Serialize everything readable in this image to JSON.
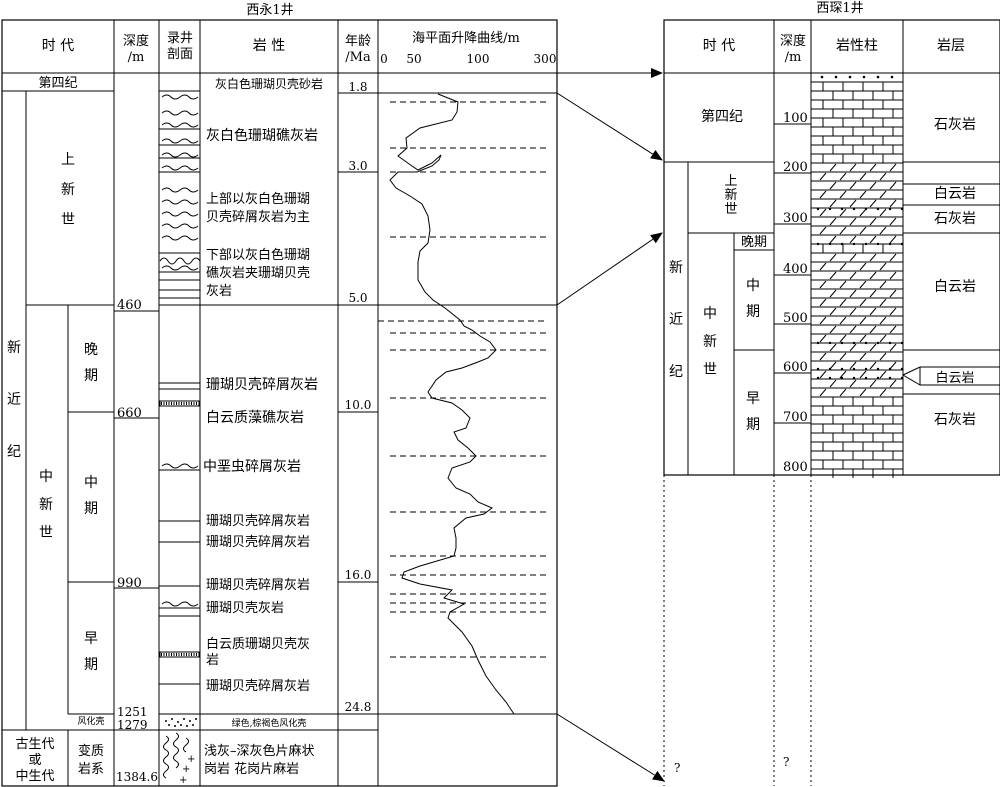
{
  "well1": {
    "title": "西永1井",
    "headers": {
      "era": "时 代",
      "depth": "深度\n/m",
      "section": "录井\n剖面",
      "lithology": "岩 性",
      "age": "年龄\n/Ma",
      "curve": "海平面升降曲线/m"
    },
    "curve_ticks": [
      "0",
      "50",
      "100",
      "300"
    ],
    "quaternary": "第四纪",
    "neogene": "新\n近\n纪",
    "pliocene": "上\n新\n世",
    "miocene": "中\n新\n世",
    "late": "晚\n期",
    "middle": "中\n期",
    "early": "早\n期",
    "weathering": "风化壳",
    "paleo": "古生代\n或\n中生代",
    "metamorphic": "变质\n岩系",
    "depths": [
      "460",
      "660",
      "990",
      "1251",
      "1279",
      "1384.6"
    ],
    "ages": [
      "1.8",
      "3.0",
      "5.0",
      "10.0",
      "16.0",
      "24.8"
    ],
    "lithology": [
      "灰白色珊瑚贝壳砂岩",
      "灰白色珊瑚礁灰岩",
      "上部以灰白色珊瑚\n贝壳碎屑灰岩为主",
      "下部以灰白色珊瑚\n礁灰岩夹珊瑚贝壳\n灰岩",
      "珊瑚贝壳碎屑灰岩",
      "白云质藻礁灰岩",
      "中垩虫碎屑灰岩",
      "珊瑚贝壳碎屑灰岩",
      "珊瑚贝壳碎屑灰岩",
      "珊瑚贝壳碎屑灰岩",
      "珊瑚贝壳灰岩",
      "白云质珊瑚贝壳灰\n岩",
      "珊瑚贝壳碎屑灰岩",
      "绿色,棕褐色风化壳",
      "浅灰–深灰色片麻状\n岗岩 花岗片麻岩"
    ]
  },
  "well2": {
    "title": "西琛1井",
    "headers": {
      "era": "时 代",
      "depth": "深度\n/m",
      "column": "岩性柱",
      "layer": "岩层"
    },
    "quaternary": "第四纪",
    "neogene": "新\n近\n纪",
    "pliocene": "上\n新\n世",
    "miocene": "中\n新\n世",
    "late": "晚期",
    "middle": "中\n期",
    "early": "早\n期",
    "depths": [
      "100",
      "200",
      "300",
      "400",
      "500",
      "600",
      "700",
      "800"
    ],
    "unknown": "?",
    "layers": [
      "石灰岩",
      "白云岩",
      "石灰岩",
      "白云岩",
      "白云岩",
      "石灰岩"
    ]
  }
}
